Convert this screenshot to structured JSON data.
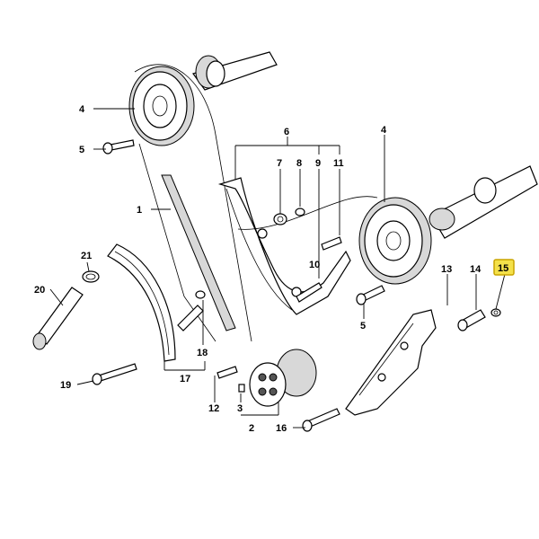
{
  "labels": {
    "l1": "1",
    "l2": "2",
    "l3": "3",
    "l4a": "4",
    "l4b": "4",
    "l5a": "5",
    "l5b": "5",
    "l6": "6",
    "l7": "7",
    "l8": "8",
    "l9": "9",
    "l10": "10",
    "l11": "11",
    "l12": "12",
    "l13": "13",
    "l14": "14",
    "l15": "15",
    "l16": "16",
    "l17": "17",
    "l18": "18",
    "l19": "19",
    "l20": "20",
    "l21": "21"
  },
  "colors": {
    "highlight": "#f4e14a",
    "line": "#000000",
    "fill": "#ffffff"
  },
  "selected_part": "15"
}
